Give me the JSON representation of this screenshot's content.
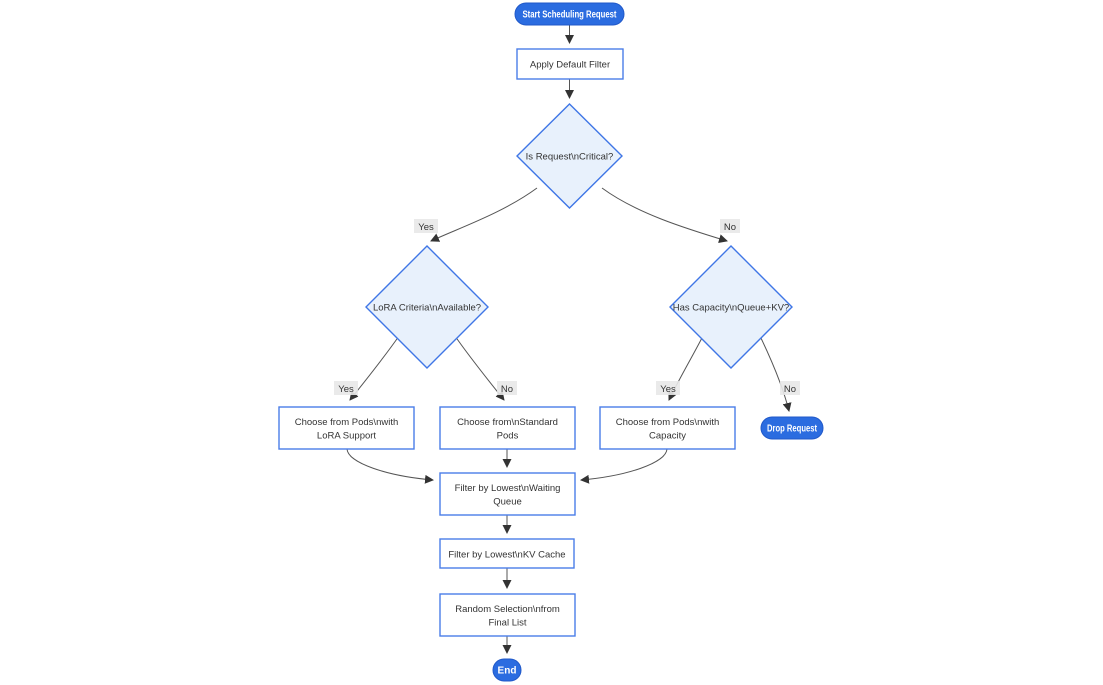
{
  "diagram": {
    "type": "flowchart",
    "nodes": {
      "start": {
        "label": "Start Scheduling Request",
        "shape": "stadium"
      },
      "apply_filter": {
        "label": "Apply Default Filter",
        "shape": "rect"
      },
      "is_critical": {
        "label": "Is Request\\nCritical?",
        "shape": "diamond"
      },
      "lora_criteria": {
        "label": "LoRA Criteria\\nAvailable?",
        "shape": "diamond"
      },
      "has_capacity": {
        "label": "Has Capacity\\nQueue+KV?",
        "shape": "diamond"
      },
      "choose_lora_pods": {
        "lines": [
          "Choose from Pods\\nwith",
          "LoRA Support"
        ],
        "shape": "rect"
      },
      "choose_standard_pods": {
        "lines": [
          "Choose from\\nStandard",
          "Pods"
        ],
        "shape": "rect"
      },
      "choose_capacity_pods": {
        "lines": [
          "Choose from Pods\\nwith",
          "Capacity"
        ],
        "shape": "rect"
      },
      "drop_request": {
        "label": "Drop Request",
        "shape": "stadium"
      },
      "filter_waiting_queue": {
        "lines": [
          "Filter by Lowest\\nWaiting",
          "Queue"
        ],
        "shape": "rect"
      },
      "filter_kv_cache": {
        "label": "Filter by Lowest\\nKV Cache",
        "shape": "rect"
      },
      "random_selection": {
        "lines": [
          "Random Selection\\nfrom",
          "Final List"
        ],
        "shape": "rect"
      },
      "end": {
        "label": "End",
        "shape": "stadium"
      }
    },
    "edges": [
      {
        "from": "start",
        "to": "apply_filter",
        "label": ""
      },
      {
        "from": "apply_filter",
        "to": "is_critical",
        "label": ""
      },
      {
        "from": "is_critical",
        "to": "lora_criteria",
        "label": "Yes"
      },
      {
        "from": "is_critical",
        "to": "has_capacity",
        "label": "No"
      },
      {
        "from": "lora_criteria",
        "to": "choose_lora_pods",
        "label": "Yes"
      },
      {
        "from": "lora_criteria",
        "to": "choose_standard_pods",
        "label": "No"
      },
      {
        "from": "has_capacity",
        "to": "choose_capacity_pods",
        "label": "Yes"
      },
      {
        "from": "has_capacity",
        "to": "drop_request",
        "label": "No"
      },
      {
        "from": "choose_lora_pods",
        "to": "filter_waiting_queue",
        "label": ""
      },
      {
        "from": "choose_standard_pods",
        "to": "filter_waiting_queue",
        "label": ""
      },
      {
        "from": "choose_capacity_pods",
        "to": "filter_waiting_queue",
        "label": ""
      },
      {
        "from": "filter_waiting_queue",
        "to": "filter_kv_cache",
        "label": ""
      },
      {
        "from": "filter_kv_cache",
        "to": "random_selection",
        "label": ""
      },
      {
        "from": "random_selection",
        "to": "end",
        "label": ""
      }
    ],
    "colors": {
      "accent_blue": "#2b6ce0",
      "node_border": "#4a7de8",
      "diamond_border": "#3f76e6",
      "diamond_fill": "#e8f1fc",
      "rect_fill": "#ffffff",
      "edge_stroke": "#555555",
      "arrowhead": "#333333",
      "edge_label_bg": "#e8e8e8",
      "text": "#333333",
      "pill_text": "#ffffff",
      "background": "#ffffff"
    }
  }
}
